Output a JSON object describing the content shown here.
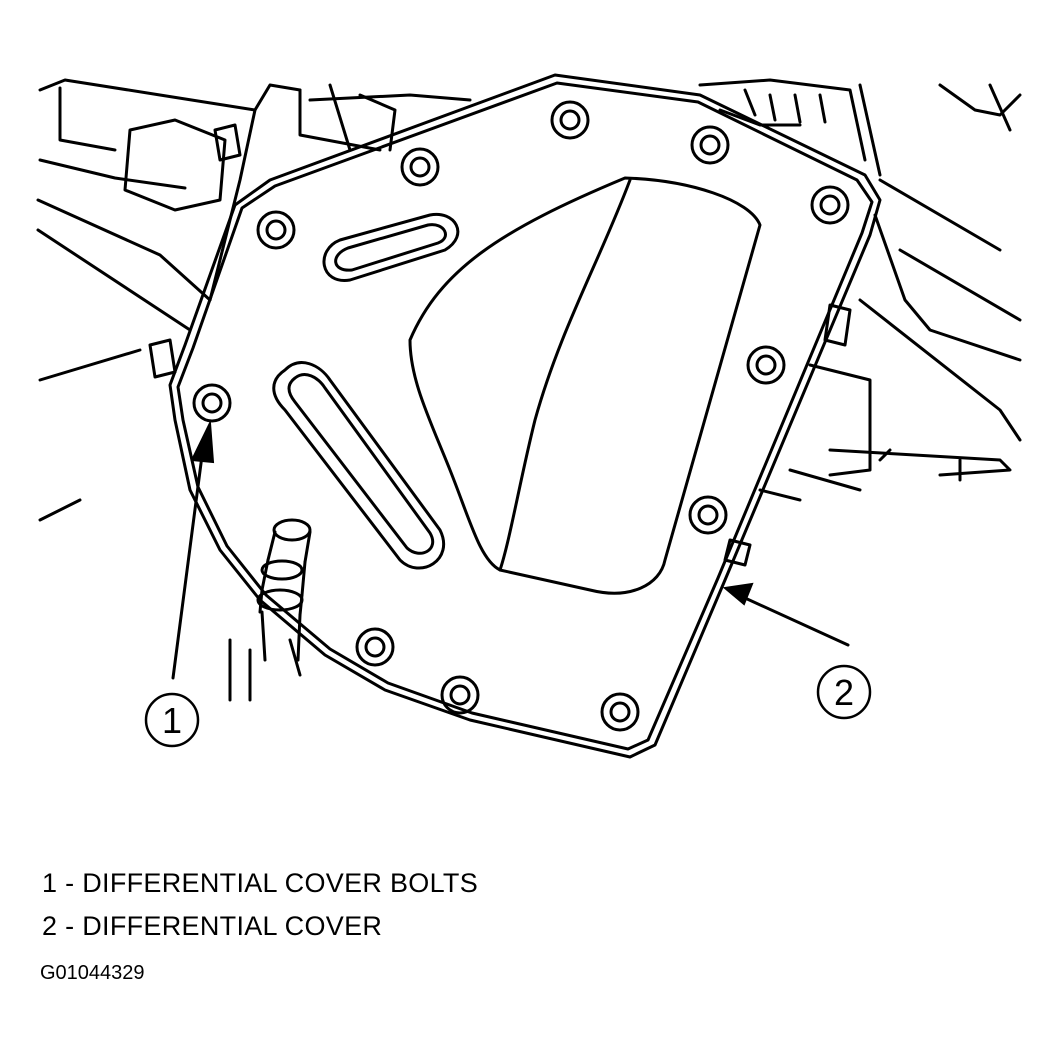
{
  "callouts": [
    {
      "number": "1"
    },
    {
      "number": "2"
    }
  ],
  "legend": [
    {
      "number": "1",
      "separator": "-",
      "text": "DIFFERENTIAL COVER BOLTS"
    },
    {
      "number": "2",
      "separator": "-",
      "text": "DIFFERENTIAL COVER"
    }
  ],
  "figure_id": "G01044329",
  "colors": {
    "line": "#000000",
    "background": "#ffffff"
  }
}
